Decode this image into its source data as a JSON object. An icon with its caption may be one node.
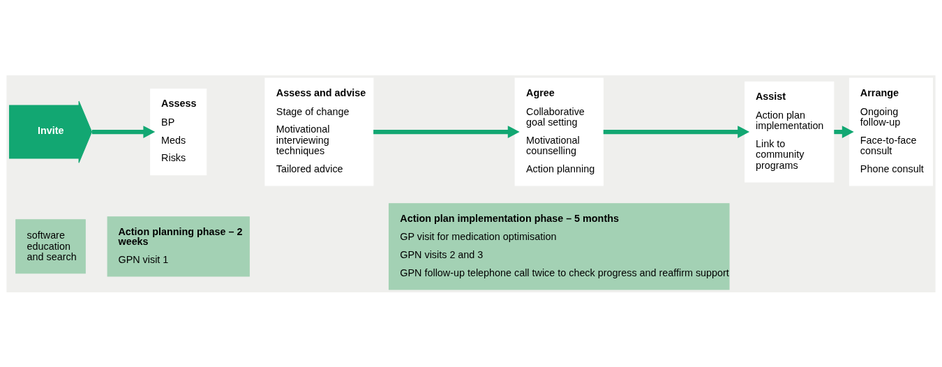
{
  "diagram": {
    "nodes": [
      {
        "text": [
          "Invite"
        ]
      },
      {
        "text": [
          "Assess",
          "BP",
          "Meds",
          "Risks"
        ]
      },
      {
        "text": [
          "Assess and advise",
          "Stage of change",
          "Motivational interviewing techniques",
          "Tailored advice"
        ]
      },
      {
        "text": [
          "Agree",
          "Collaborative goal setting",
          "Motivational counselling",
          "Action planning"
        ]
      },
      {
        "text": [
          "Assist",
          "Action plan implementation",
          "Link to community programs"
        ]
      },
      {
        "text": [
          "Arrange",
          "Ongoing follow-up",
          "Face-to-face consult",
          "Phone consult"
        ]
      },
      {
        "text": [
          "software education and search"
        ]
      },
      {
        "text": [
          "Action planning phase – 2 weeks",
          "GPN visit 1"
        ]
      },
      {
        "text": [
          "Action plan implementation phase – 5 months",
          "GP visit for medication optimisation",
          "GPN visits 2 and 3",
          "GPN follow-up telephone call twice to check progress and reaffirm support"
        ]
      }
    ],
    "edges": [
      {
        "from": 0,
        "to": 1,
        "arrow": "to"
      },
      {
        "from": 2,
        "to": 3,
        "arrow": "to"
      },
      {
        "from": 3,
        "to": 4,
        "arrow": "to"
      },
      {
        "from": 4,
        "to": 5,
        "arrow": "to"
      }
    ]
  }
}
